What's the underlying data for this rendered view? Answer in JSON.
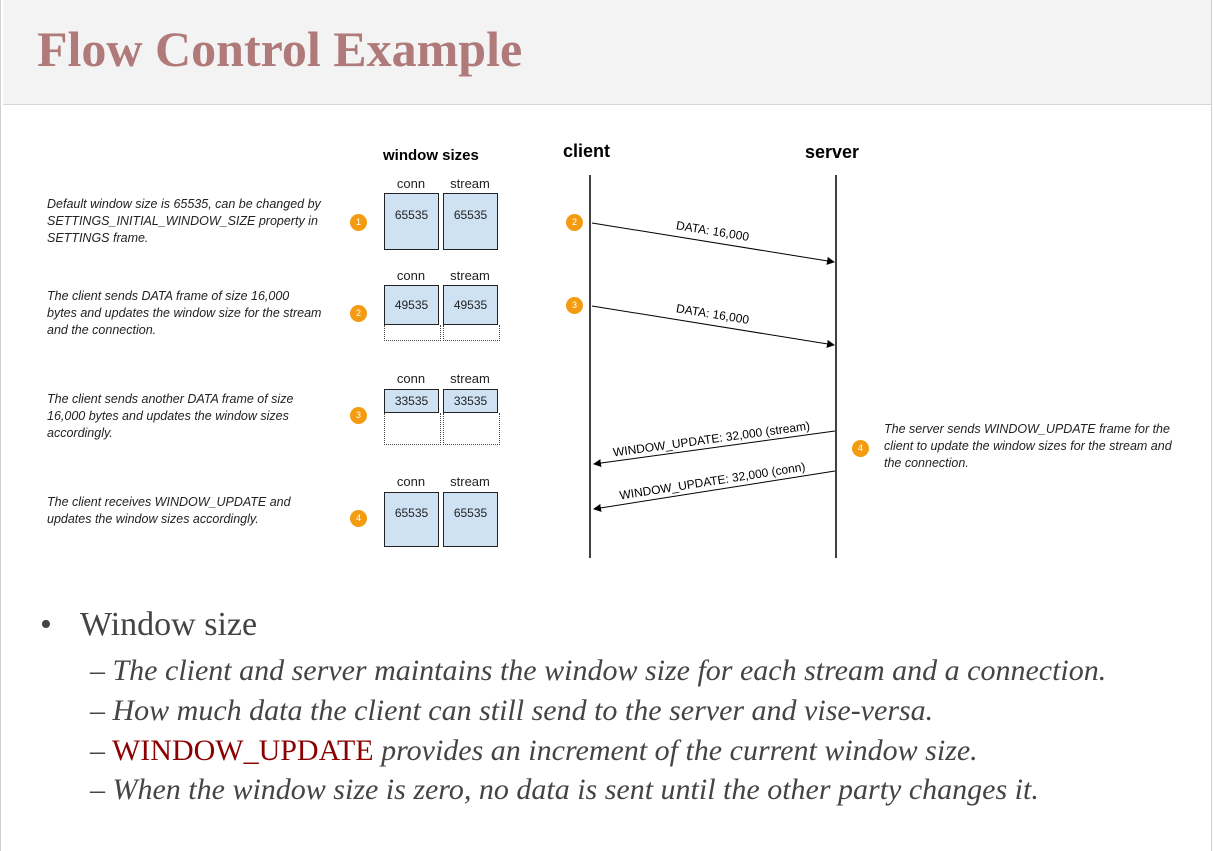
{
  "title": "Flow Control Example",
  "diagram": {
    "window_sizes_header": "window sizes",
    "client_label": "client",
    "server_label": "server",
    "steps": [
      {
        "marker": "1",
        "description": "Default window size is 65535, can be changed by SETTINGS_INITIAL_WINDOW_SIZE property in SETTINGS frame.",
        "conn_label": "conn",
        "stream_label": "stream",
        "conn": "65535",
        "stream": "65535"
      },
      {
        "marker": "2",
        "description": "The client sends DATA frame of size 16,000 bytes and updates the window size for the stream and the connection.",
        "conn_label": "conn",
        "stream_label": "stream",
        "conn": "49535",
        "stream": "49535"
      },
      {
        "marker": "3",
        "description": "The client sends another DATA frame of size 16,000 bytes and updates the window sizes accordingly.",
        "conn_label": "conn",
        "stream_label": "stream",
        "conn": "33535",
        "stream": "33535"
      },
      {
        "marker": "4",
        "description": "The client receives WINDOW_UPDATE and updates the window sizes accordingly.",
        "conn_label": "conn",
        "stream_label": "stream",
        "conn": "65535",
        "stream": "65535"
      }
    ],
    "messages": [
      {
        "marker": "2",
        "label": "DATA: 16,000"
      },
      {
        "marker": "3",
        "label": "DATA: 16,000"
      },
      {
        "label": "WINDOW_UPDATE: 32,000 (stream)"
      },
      {
        "label": "WINDOW_UPDATE: 32,000 (conn)"
      }
    ],
    "server_note": {
      "marker": "4",
      "text": "The server sends WINDOW_UPDATE frame for the client to update the window sizes for the stream and the connection."
    },
    "colors": {
      "marker": "#f39c12",
      "box": "#cfe2f3",
      "title": "#b07a7a",
      "highlight": "#8b0000"
    }
  },
  "bullets": {
    "main": "Window size",
    "subs": [
      {
        "text": "The client and server maintains the window size for each stream and a connection."
      },
      {
        "text": "How much data the client can still send to the server and vise-versa."
      },
      {
        "highlight": "WINDOW_UPDATE",
        "text": " provides an increment of the current window size."
      },
      {
        "text": "When the window size is zero, no data is sent until the other party changes it."
      }
    ]
  }
}
